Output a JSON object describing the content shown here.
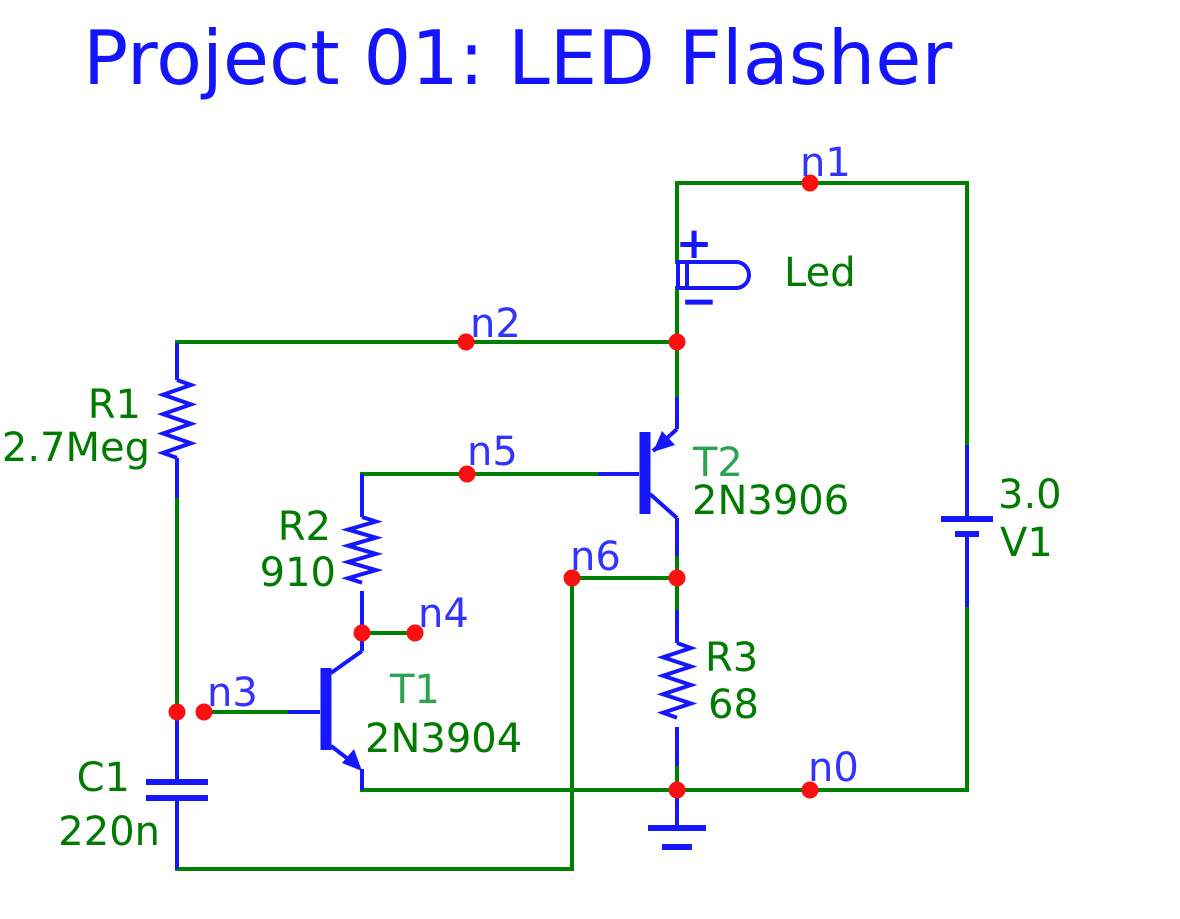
{
  "title": "Project 01: LED Flasher",
  "colors": {
    "wire": "#008000",
    "symbol": "#1717FF",
    "junction": "#FA1010",
    "net": "#3333FF",
    "value": "#007B00",
    "ref": "#2AA44F",
    "title": "#1414FF",
    "background": "#FFFFFF"
  },
  "nets": {
    "n0": "n0",
    "n1": "n1",
    "n2": "n2",
    "n3": "n3",
    "n4": "n4",
    "n5": "n5",
    "n6": "n6"
  },
  "components": {
    "r1": {
      "ref": "R1",
      "value": "2.7Meg"
    },
    "r2": {
      "ref": "R2",
      "value": "910"
    },
    "r3": {
      "ref": "R3",
      "value": "68"
    },
    "c1": {
      "ref": "C1",
      "value": "220n"
    },
    "t1": {
      "ref": "T1",
      "value": "2N3904"
    },
    "t2": {
      "ref": "T2",
      "value": "2N3906"
    },
    "v1": {
      "ref": "V1",
      "value": "3.0"
    },
    "led": {
      "ref": "Led",
      "plus": "+",
      "minus": "−"
    }
  }
}
